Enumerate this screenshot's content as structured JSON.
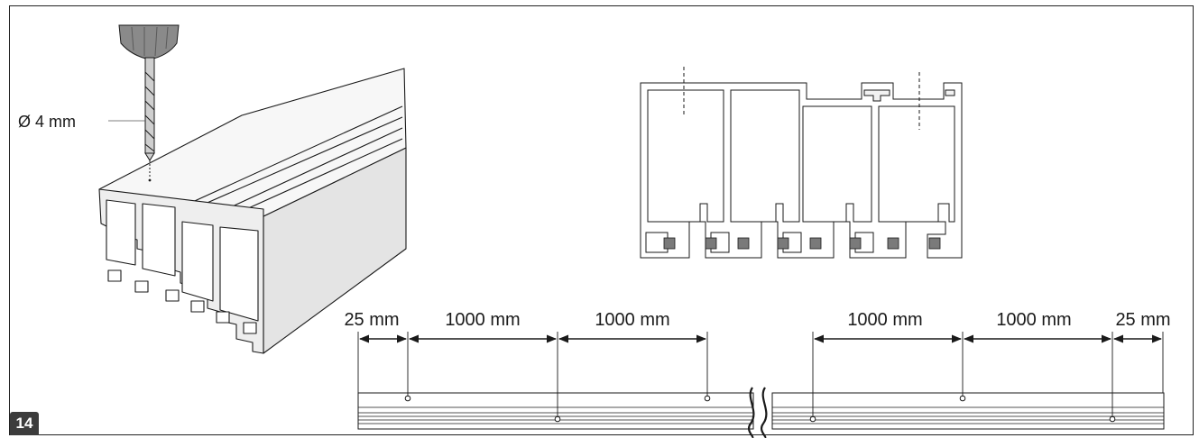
{
  "step_number": "14",
  "drill": {
    "diameter_label": "Ø 4 mm"
  },
  "dimensions": {
    "left_end": "25 mm",
    "spacings": [
      "1000 mm",
      "1000 mm",
      "1000 mm",
      "1000 mm"
    ],
    "right_end": "25 mm"
  },
  "colors": {
    "line": "#1a1a1a",
    "badge": "#3c3c3c",
    "profile_face": "#e6e6e6",
    "profile_top": "#f6f6f6",
    "drill_body": "#8a8a8a",
    "fastener": "#7a7a7a"
  }
}
